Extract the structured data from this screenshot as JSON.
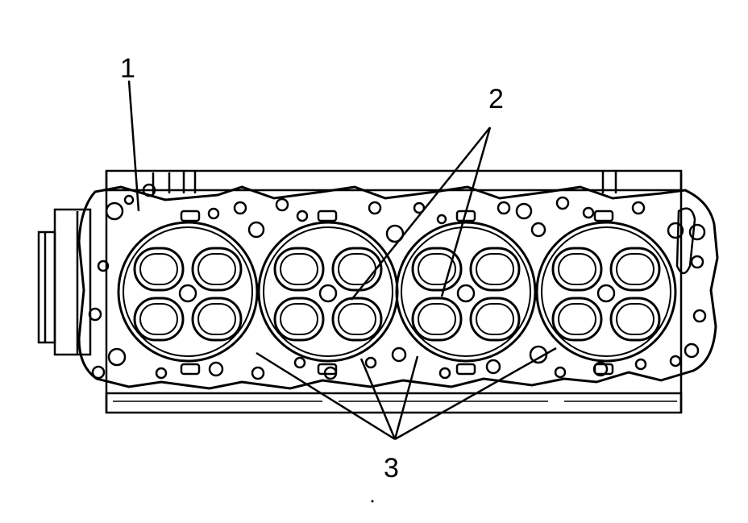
{
  "callouts": {
    "c1": "1",
    "c2": "2",
    "c3": "3"
  },
  "colors": {
    "ink": "#000000",
    "paper": "#ffffff"
  }
}
